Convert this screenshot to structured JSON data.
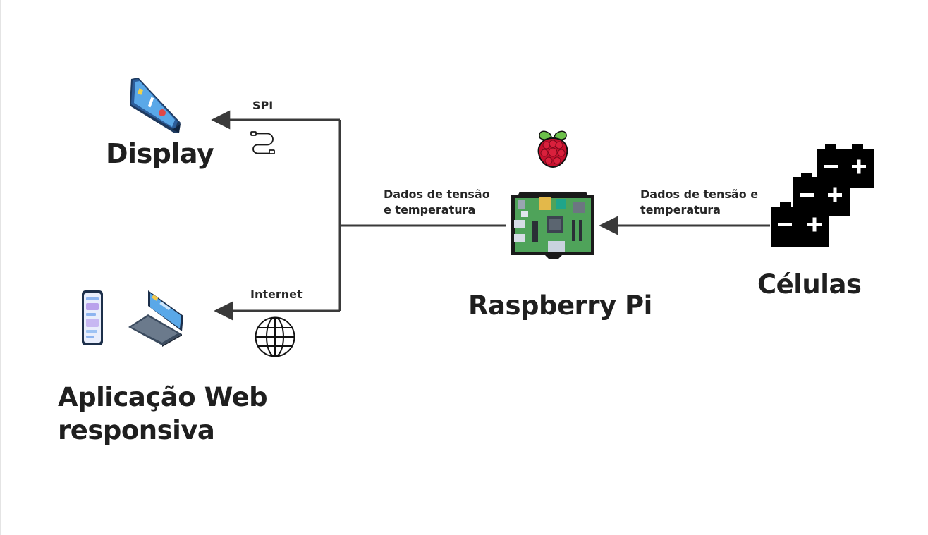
{
  "nodes": {
    "display": {
      "label": "Display"
    },
    "web_app": {
      "label_line1": "Aplicação Web",
      "label_line2": "responsiva"
    },
    "raspberry": {
      "label": "Raspberry Pi"
    },
    "cells": {
      "label": "Células"
    }
  },
  "edges": {
    "spi": {
      "label": "SPI"
    },
    "internet": {
      "label": "Internet"
    },
    "rpi_out": {
      "line1": "Dados de tensão",
      "line2": "e temperatura"
    },
    "cells_in": {
      "line1": "Dados de tensão e",
      "line2": "temperatura"
    }
  },
  "colors": {
    "connector": "#3a3a3a",
    "text": "#1f1f1f",
    "pcb_green": "#4fa35a",
    "raspberry_red": "#c8102e",
    "leaf_green": "#6cc04a",
    "screen_blue": "#3d8fd6"
  }
}
